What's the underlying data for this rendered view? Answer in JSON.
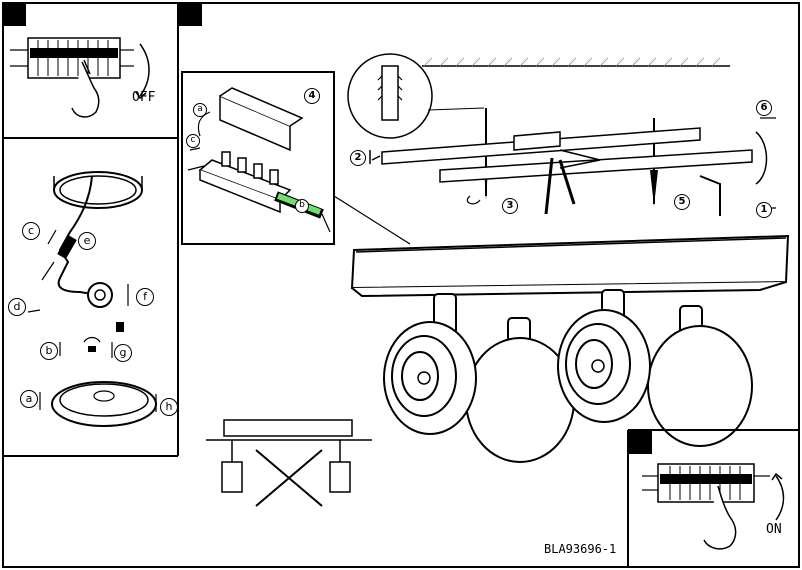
{
  "labels": {
    "off": "OFF",
    "on": "ON",
    "doc_code": "BLA93696-1"
  },
  "wire_letters": [
    "a",
    "b",
    "c",
    "d",
    "e",
    "f",
    "g",
    "h"
  ],
  "terminal_letters": [
    "a",
    "b",
    "c"
  ],
  "step_numbers": [
    "1",
    "2",
    "3",
    "4",
    "5",
    "6"
  ]
}
